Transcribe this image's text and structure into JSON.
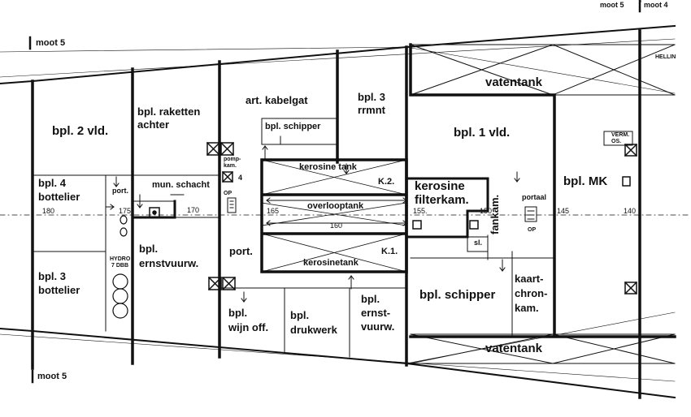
{
  "header": {
    "moot_left": "moot 5",
    "moot_divider": "'",
    "moot_right": "moot 4"
  },
  "side_labels": {
    "top_left": "moot 5",
    "bottom_left": "moot 5"
  },
  "rooms": {
    "vatentank_top": "vatentank",
    "vatentank_bottom": "vatentank",
    "bpl_2_vld": "bpl. 2 vld.",
    "bpl_raketten_achter_1": "bpl. raketten",
    "bpl_raketten_achter_2": "achter",
    "art_kabelgat": "art. kabelgat",
    "bpl_3_rrmnt_1": "bpl. 3",
    "bpl_3_rrmnt_2": "rrmnt",
    "bpl_schipper_small": "bpl. schipper",
    "bpl_1_vld": "bpl. 1 vld.",
    "bpl_mk": "bpl.  MK",
    "bpl_4_bottelier_1": "bpl. 4",
    "bpl_4_bottelier_2": "bottelier",
    "port_left": "port.",
    "mun_schacht": "mun. schacht",
    "pomp_kam_1": "pomp-",
    "pomp_kam_2": "kam.",
    "pomp_num": "4",
    "op_left": "OP",
    "kerosine_tank": "kerosine tank",
    "k2": "K.2.",
    "overlooptank": "overlooptank",
    "kerosine_filterkam_1": "kerosine",
    "kerosine_filterkam_2": "filterkam.",
    "fankam": "fankam.",
    "portaal": "portaal",
    "op_right": "OP",
    "verm_1": "VERM.",
    "verm_2": "OS.",
    "sl": "sl.",
    "bpl_ernstvuurw_1": "bpl.",
    "bpl_ernstvuurw_2": "ernstvuurw.",
    "port_mid": "port.",
    "k1": "K.1.",
    "kerosinetank": "kerosinetank",
    "hydro_1": "HYDRO",
    "hydro_2": "7 DBB",
    "bpl_3_bottelier_1": "bpl. 3",
    "bpl_3_bottelier_2": "bottelier",
    "bpl_wijn_off_1": "bpl.",
    "bpl_wijn_off_2": "wijn off.",
    "bpl_drukwerk_1": "bpl.",
    "bpl_drukwerk_2": "drukwerk",
    "bpl_ernst_vuurw_1": "bpl.",
    "bpl_ernst_vuurw_2": "ernst-",
    "bpl_ernst_vuurw_3": "vuurw.",
    "bpl_schipper_large": "bpl. schipper",
    "kaart_chron_1": "kaart-",
    "kaart_chron_2": "chron-",
    "kaart_chron_3": "kam.",
    "hellin": "HELLIN"
  },
  "frame_numbers": {
    "f180": "180",
    "f175": "175",
    "f170": "170",
    "f165": "165",
    "f160": "160",
    "f155": "155.",
    "f150": "150",
    "f145": "145",
    "f140": "140"
  }
}
